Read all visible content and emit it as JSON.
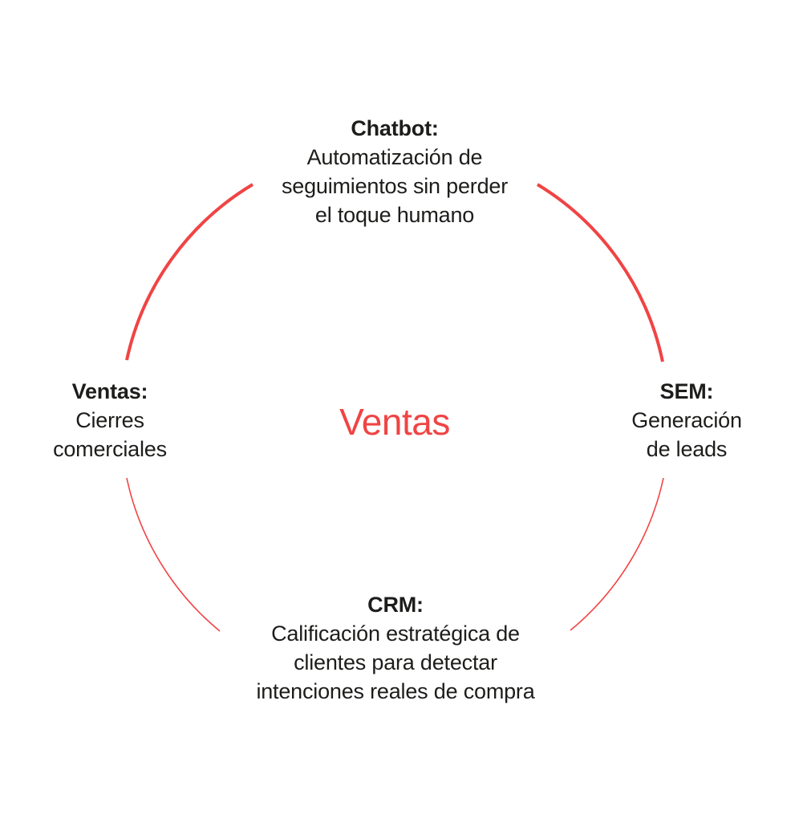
{
  "accent_color": "#f04444",
  "text_color": "#1d1d1b",
  "center": {
    "title": "Ventas"
  },
  "nodes": {
    "top": {
      "title": "Chatbot:",
      "lines": [
        "Automatización de",
        "seguimientos sin perder",
        "el toque humano"
      ]
    },
    "right": {
      "title": "SEM:",
      "lines": [
        "Generación",
        "de leads"
      ]
    },
    "bottom": {
      "title": "CRM:",
      "lines": [
        "Calificación estratégica de",
        "clientes para detectar",
        "intenciones reales de compra"
      ]
    },
    "left": {
      "title": "Ventas:",
      "lines": [
        "Cierres",
        "comerciales"
      ]
    }
  }
}
